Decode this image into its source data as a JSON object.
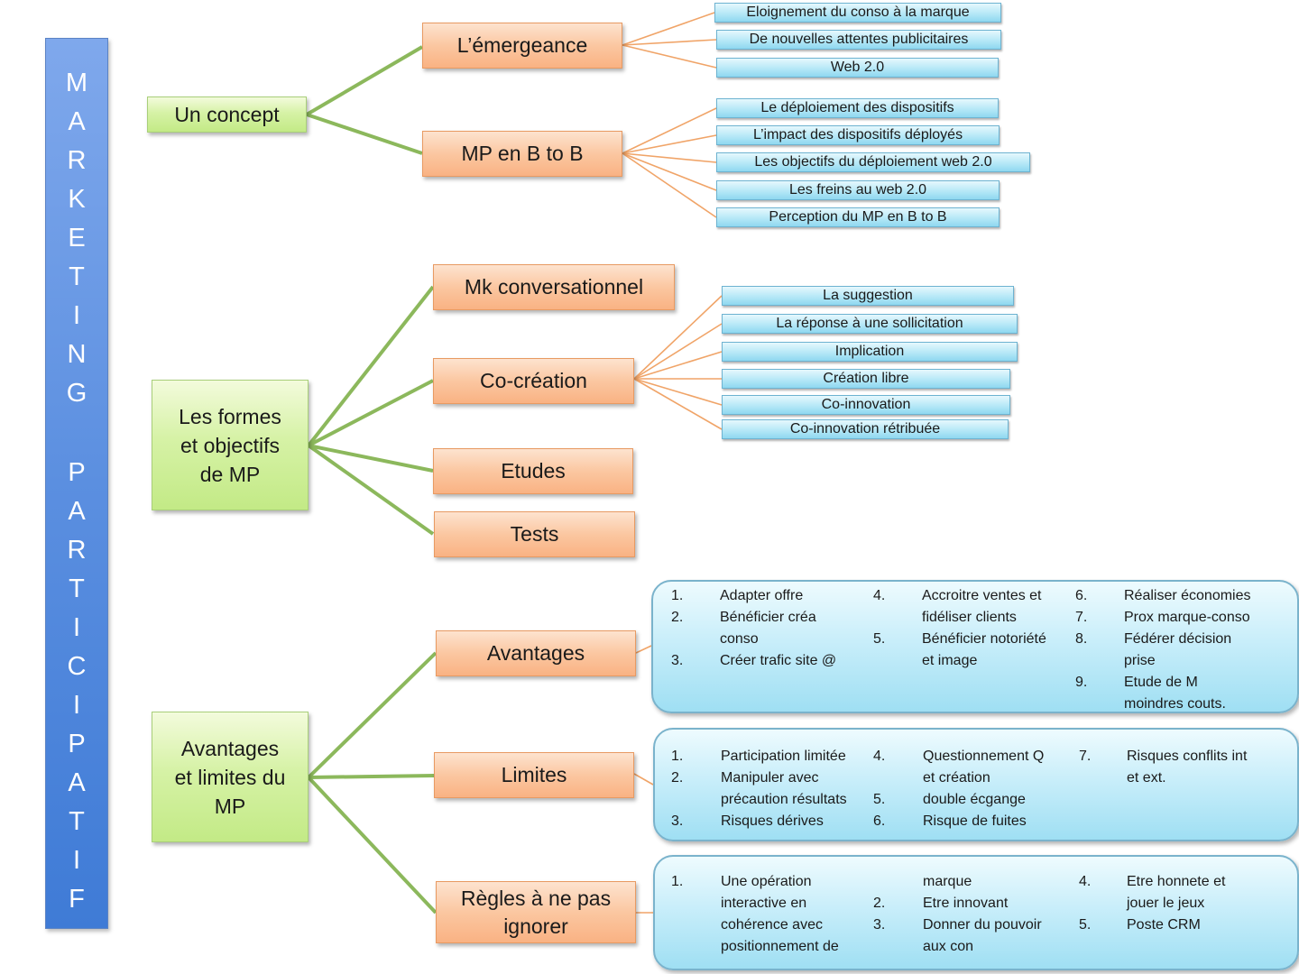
{
  "root": {
    "title": "MARKETING PARTICIPATIF",
    "letters": [
      "M",
      "A",
      "R",
      "K",
      "E",
      "T",
      "I",
      "N",
      "G",
      "",
      "P",
      "A",
      "R",
      "T",
      "I",
      "C",
      "I",
      "P",
      "A",
      "T",
      "I",
      "F"
    ]
  },
  "colors": {
    "root": "#5b8fe0",
    "level1": "#d6f2a6",
    "level2": "#fbc7a1",
    "leaf": "#b6e8f7",
    "green_link": "#8cb85c",
    "orange_link": "#f0a468"
  },
  "branches": [
    {
      "label": "Un concept",
      "children": [
        {
          "label": "L’émergeance",
          "leaves": [
            "Eloignement du conso à la marque",
            "De nouvelles attentes publicitaires",
            "Web 2.0"
          ]
        },
        {
          "label": "MP en B to B",
          "leaves": [
            "Le déploiement des dispositifs",
            "L’impact des dispositifs déployés",
            "Les objectifs du déploiement web 2.0",
            "Les freins au web 2.0",
            "Perception du MP en B to B"
          ]
        }
      ]
    },
    {
      "label": "Les formes et objectifs de MP",
      "label_lines": [
        "Les formes",
        "et objectifs",
        "de MP"
      ],
      "children": [
        {
          "label": "Mk conversationnel",
          "leaves": []
        },
        {
          "label": "Co-création",
          "leaves": [
            "La suggestion",
            "La réponse à une sollicitation",
            "Implication",
            "Création libre",
            "Co-innovation",
            "Co-innovation rétribuée"
          ]
        },
        {
          "label": "Etudes",
          "leaves": []
        },
        {
          "label": "Tests",
          "leaves": []
        }
      ]
    },
    {
      "label": "Avantages et limites du MP",
      "label_lines": [
        "Avantages",
        "et limites du",
        "MP"
      ],
      "children": [
        {
          "label": "Avantages",
          "panel": [
            {
              "num": "1.",
              "text": "Adapter offre"
            },
            {
              "num": "2.",
              "text": "Bénéficier créa conso",
              "lines": [
                "Bénéficier créa",
                "conso"
              ]
            },
            {
              "num": "3.",
              "text": "Créer trafic site @"
            },
            {
              "num": "4.",
              "text": "Accroitre ventes et fidéliser clients",
              "lines": [
                "Accroitre ventes et",
                "fidéliser clients"
              ]
            },
            {
              "num": "5.",
              "text": "Bénéficier notoriété et image",
              "lines": [
                "Bénéficier notoriété",
                "et image"
              ]
            },
            {
              "num": "6.",
              "text": "Réaliser économies"
            },
            {
              "num": "7.",
              "text": "Prox marque-conso"
            },
            {
              "num": "8.",
              "text": "Fédérer décision prise",
              "lines": [
                "Fédérer décision",
                "prise"
              ]
            },
            {
              "num": "9.",
              "text": "Etude de M moindres couts.",
              "lines": [
                "Etude de M",
                "moindres couts."
              ]
            }
          ]
        },
        {
          "label": "Limites",
          "panel": [
            {
              "num": "1.",
              "text": "Participation limitée"
            },
            {
              "num": "2.",
              "text": "Manipuler avec précaution résultats",
              "lines": [
                "Manipuler avec",
                "précaution résultats"
              ]
            },
            {
              "num": "3.",
              "text": "Risques dérives"
            },
            {
              "num": "4.",
              "text": "Questionnement Q et création",
              "lines": [
                "Questionnement Q",
                "et création"
              ]
            },
            {
              "num": "5.",
              "text": "double écgange"
            },
            {
              "num": "6.",
              "text": "Risque de fuites"
            },
            {
              "num": "7.",
              "text": "Risques conflits int et ext.",
              "lines": [
                "Risques conflits int",
                "et ext."
              ]
            }
          ]
        },
        {
          "label": "Règles à ne pas ignorer",
          "label_lines": [
            "Règles à ne pas",
            "ignorer"
          ],
          "panel": [
            {
              "num": "1.",
              "text": "Une opération interactive en cohérence avec positionnement de marque",
              "lines": [
                "Une opération",
                "interactive en",
                "cohérence avec",
                "positionnement de",
                "marque"
              ]
            },
            {
              "num": "2.",
              "text": "Etre innovant"
            },
            {
              "num": "3.",
              "text": "Donner du pouvoir aux con",
              "lines": [
                "Donner du pouvoir",
                "aux con"
              ]
            },
            {
              "num": "4.",
              "text": "Etre honnete et jouer le jeux",
              "lines": [
                "Etre honnete et",
                "jouer le jeux"
              ]
            },
            {
              "num": "5.",
              "text": "Poste CRM"
            }
          ]
        }
      ]
    }
  ]
}
